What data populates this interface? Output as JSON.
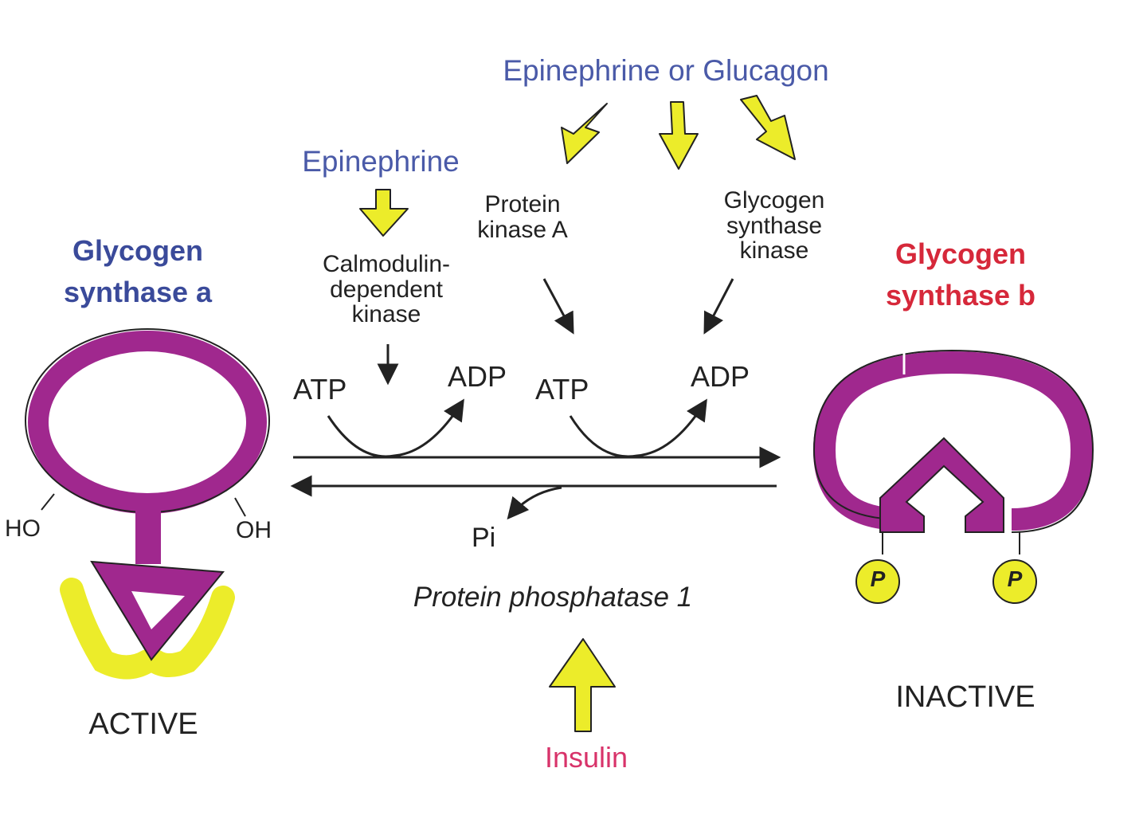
{
  "colors": {
    "enzyme": "#a0288e",
    "highlight": "#ecec2a",
    "hormone_blue": "#4a5aa8",
    "synthase_b_red": "#d6283a",
    "insulin_pink": "#d8336a",
    "ink": "#222222"
  },
  "hormones": {
    "top": "Epinephrine or Glucagon",
    "left": "Epinephrine",
    "bottom": "Insulin"
  },
  "kinases": {
    "camk": [
      "Calmodulin-",
      "dependent",
      "kinase"
    ],
    "pka": [
      "Protein",
      "kinase A"
    ],
    "gsk": [
      "Glycogen",
      "synthase",
      "kinase"
    ]
  },
  "reaction": {
    "atp1": "ATP",
    "adp1": "ADP",
    "atp2": "ATP",
    "adp2": "ADP",
    "pi": "Pi",
    "phosphatase": "Protein phosphatase 1"
  },
  "enzyme_a": {
    "name_line1": "Glycogen",
    "name_line2": "synthase a",
    "ho": "HO",
    "oh": "OH",
    "state": "ACTIVE"
  },
  "enzyme_b": {
    "name_line1": "Glycogen",
    "name_line2": "synthase b",
    "phosphate": "P",
    "state": "INACTIVE"
  }
}
